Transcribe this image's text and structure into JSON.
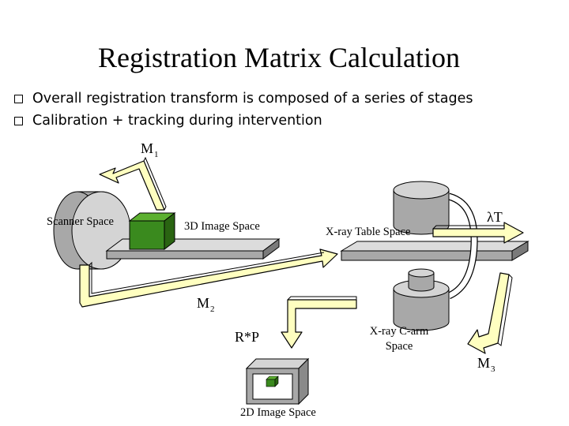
{
  "slide": {
    "title": "Registration Matrix Calculation",
    "bullets": [
      "Overall registration transform is composed of a series of stages",
      "Calibration + tracking during intervention"
    ]
  },
  "diagram": {
    "labels": {
      "scanner_space": "Scanner Space",
      "image_3d_space": "3D Image Space",
      "xray_table_space": "X-ray Table Space",
      "xray_carm_space_line1": "X-ray C-arm",
      "xray_carm_space_line2": "Space",
      "image_2d_space": "2D Image Space"
    },
    "matrices": {
      "m1": "M",
      "m1_sub": "1",
      "m2": "M",
      "m2_sub": "2",
      "m3": "M",
      "m3_sub": "3",
      "lambda_t": "λT",
      "rp": "R*P"
    }
  },
  "colors": {
    "arrow_fill": "#ffffc0",
    "arrow_stroke": "#000000",
    "cube_green_front": "#3a8a1e",
    "cube_green_top": "#5cb030",
    "cube_green_side": "#2a6412",
    "gray_light": "#d0d0d0",
    "gray_mid": "#a8a8a8",
    "gray_dark": "#7a7a7a"
  }
}
